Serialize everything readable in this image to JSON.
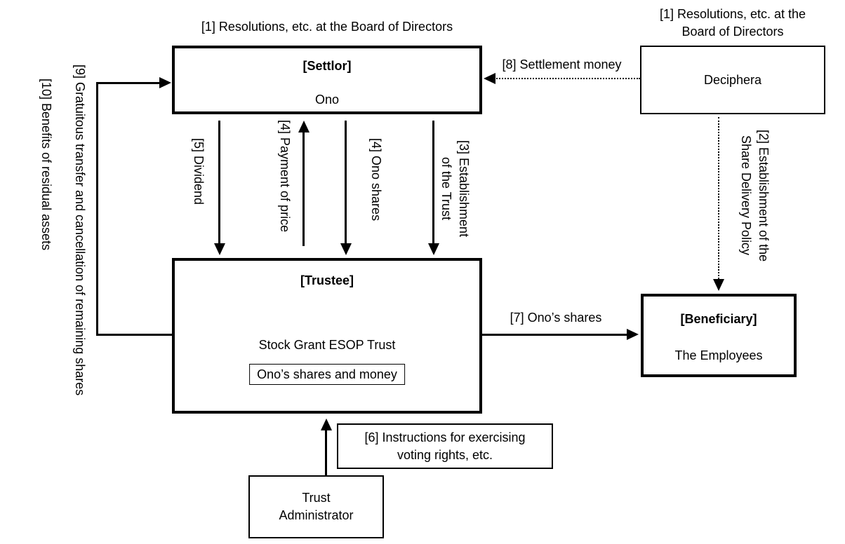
{
  "title": "Stock Grant ESOP Trust scheme diagram",
  "colors": {
    "ink": "#000000",
    "background": "#ffffff"
  },
  "labels": {
    "board_resolutions_top": "[1] Resolutions, etc. at the Board of Directors",
    "board_resolutions_right": {
      "line1": "[1] Resolutions, etc. at the",
      "line2": "Board of Directors"
    },
    "settlement_money": "[8] Settlement money",
    "dividend": "[5] Dividend",
    "payment_of_price": "[4] Payment of price",
    "ono_shares": "[4] Ono shares",
    "establishment_of_trust": {
      "line1": "[3] Establishment",
      "line2": "of the Trust"
    },
    "share_delivery_policy": {
      "line1": "[2] Establishment of the",
      "line2": "Share Delivery Policy"
    },
    "gratuitous_transfer": "[9] Gratuitous transfer and cancellation of remaining shares",
    "residual_assets": "[10] Benefits of residual assets",
    "onos_shares": "[7] Ono’s shares"
  },
  "boxes": {
    "settlor": {
      "role": "[Settlor]",
      "name": "Ono"
    },
    "deciphera": {
      "name": "Deciphera"
    },
    "trustee": {
      "role": "[Trustee]",
      "name": "Stock Grant ESOP Trust",
      "holdings": "Ono’s shares and money"
    },
    "beneficiary": {
      "role": "[Beneficiary]",
      "name": "The Employees"
    },
    "trust_administrator": {
      "line1": "Trust",
      "line2": "Administrator"
    },
    "voting_instructions": {
      "line1": "[6] Instructions for exercising",
      "line2": "voting rights, etc."
    }
  }
}
